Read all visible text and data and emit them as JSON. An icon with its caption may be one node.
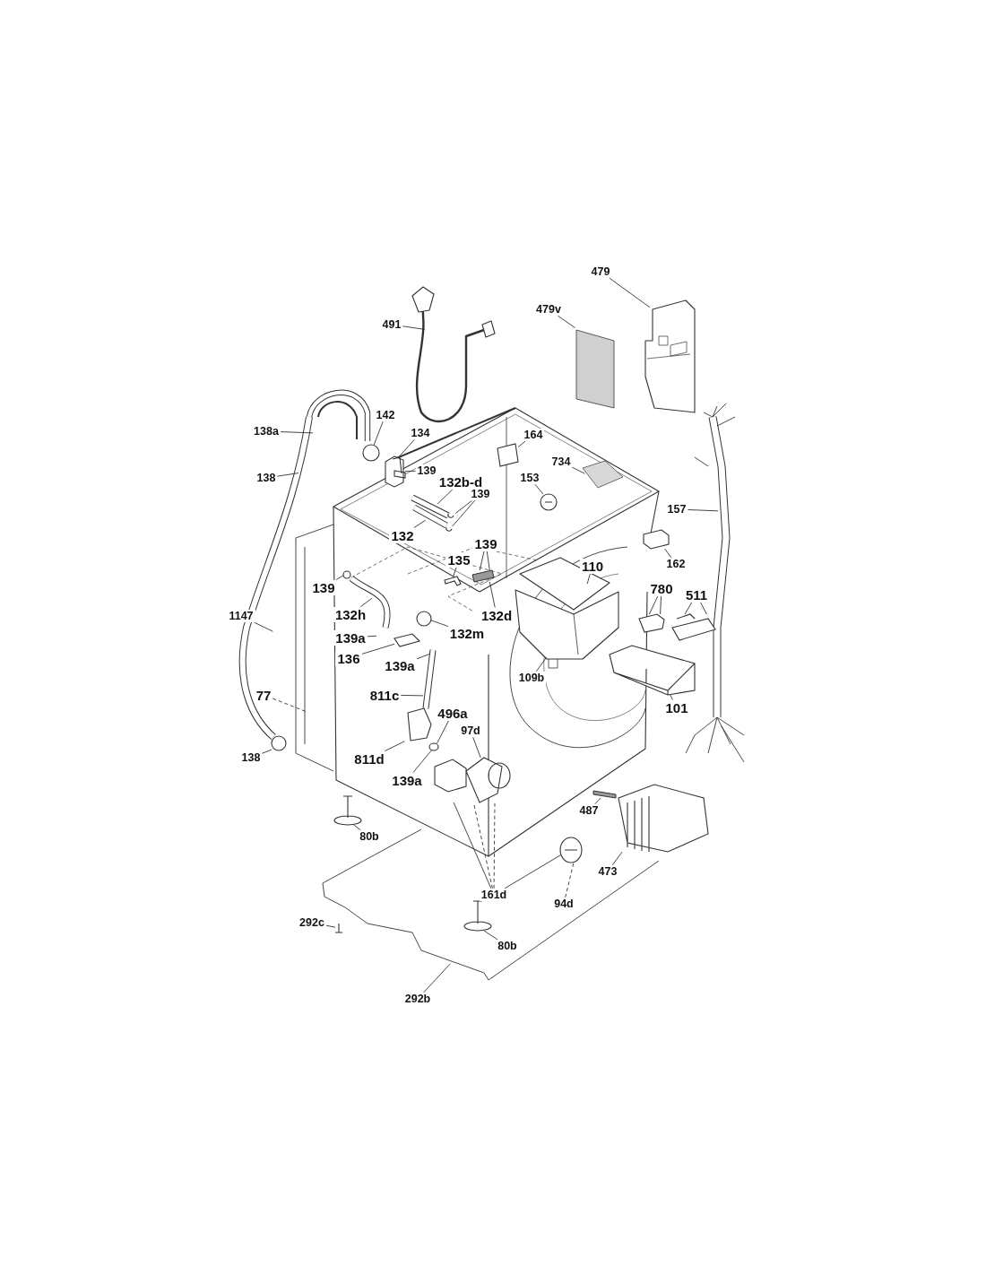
{
  "diagram": {
    "nodes": [
      {
        "text": [
          "479"
        ]
      },
      {
        "text": [
          "479v"
        ]
      },
      {
        "text": [
          "491"
        ]
      },
      {
        "text": [
          "142"
        ]
      },
      {
        "text": [
          "138a"
        ]
      },
      {
        "text": [
          "134"
        ]
      },
      {
        "text": [
          "164"
        ]
      },
      {
        "text": [
          "138"
        ]
      },
      {
        "text": [
          "139"
        ]
      },
      {
        "text": [
          "734"
        ]
      },
      {
        "text": [
          "132b-d"
        ]
      },
      {
        "text": [
          "153"
        ]
      },
      {
        "text": [
          "139"
        ]
      },
      {
        "text": [
          "157"
        ]
      },
      {
        "text": [
          "132"
        ]
      },
      {
        "text": [
          "139"
        ]
      },
      {
        "text": [
          "135"
        ]
      },
      {
        "text": [
          "110"
        ]
      },
      {
        "text": [
          "162"
        ]
      },
      {
        "text": [
          "139"
        ]
      },
      {
        "text": [
          "780"
        ]
      },
      {
        "text": [
          "511"
        ]
      },
      {
        "text": [
          "132d"
        ]
      },
      {
        "text": [
          "132h"
        ]
      },
      {
        "text": [
          "1147"
        ]
      },
      {
        "text": [
          "132m"
        ]
      },
      {
        "text": [
          "139a"
        ]
      },
      {
        "text": [
          "136"
        ]
      },
      {
        "text": [
          "139a"
        ]
      },
      {
        "text": [
          "109b"
        ]
      },
      {
        "text": [
          "811c"
        ]
      },
      {
        "text": [
          "101"
        ]
      },
      {
        "text": [
          "77"
        ]
      },
      {
        "text": [
          "496a"
        ]
      },
      {
        "text": [
          "97d"
        ]
      },
      {
        "text": [
          "138"
        ]
      },
      {
        "text": [
          "811d"
        ]
      },
      {
        "text": [
          "139a"
        ]
      },
      {
        "text": [
          "487"
        ]
      },
      {
        "text": [
          "80b"
        ]
      },
      {
        "text": [
          "473"
        ]
      },
      {
        "text": [
          "161d"
        ]
      },
      {
        "text": [
          "94d"
        ]
      },
      {
        "text": [
          "292c"
        ]
      },
      {
        "text": [
          "80b"
        ]
      },
      {
        "text": [
          "292b"
        ]
      },
      {
        "text": [],
        "shape": "picture"
      },
      {
        "text": [],
        "shape": "picture"
      },
      {
        "text": [],
        "shape": "picture"
      },
      {
        "text": [],
        "shape": "picture"
      },
      {
        "text": [],
        "shape": "picture"
      },
      {
        "text": [],
        "shape": "picture"
      },
      {
        "text": [],
        "shape": "picture"
      },
      {
        "text": [],
        "shape": "picture"
      },
      {
        "text": [],
        "shape": "picture"
      },
      {
        "text": [],
        "shape": "picture"
      },
      {
        "text": [],
        "shape": "picture"
      },
      {
        "text": [],
        "shape": "bar"
      },
      {
        "text": [],
        "shape": "picture"
      },
      {
        "text": [],
        "shape": "picture"
      },
      {
        "text": [],
        "shape": "picture"
      },
      {
        "text": [],
        "shape": "bar"
      },
      {
        "text": [],
        "shape": "picture"
      },
      {
        "text": [],
        "shape": "picture"
      },
      {
        "text": [],
        "shape": "picture"
      },
      {
        "text": [],
        "shape": "picture"
      },
      {
        "text": [],
        "shape": "picture"
      },
      {
        "text": [],
        "shape": "picture"
      }
    ],
    "edges": [
      {
        "from": 0,
        "to": null,
        "arrow": "none"
      },
      {
        "from": 1,
        "to": null,
        "arrow": "none"
      },
      {
        "from": 2,
        "to": null,
        "arrow": "none"
      },
      {
        "from": 3,
        "to": 46,
        "arrow": "none"
      },
      {
        "from": 4,
        "to": null,
        "arrow": "none"
      },
      {
        "from": 5,
        "to": 62,
        "arrow": "none"
      },
      {
        "from": 6,
        "to": 47,
        "arrow": "none"
      },
      {
        "from": 7,
        "to": null,
        "arrow": "none"
      },
      {
        "from": 8,
        "to": 62,
        "arrow": "none"
      },
      {
        "from": 9,
        "to": null,
        "arrow": "none"
      },
      {
        "from": 10,
        "to": null,
        "arrow": "none"
      },
      {
        "from": 11,
        "to": 48,
        "arrow": "none"
      },
      {
        "from": 12,
        "to": null,
        "arrow": "none"
      },
      {
        "from": 12,
        "to": null,
        "arrow": "none"
      },
      {
        "from": 13,
        "to": null,
        "arrow": "none"
      },
      {
        "from": 14,
        "to": null,
        "arrow": "none"
      },
      {
        "from": 15,
        "to": 61,
        "arrow": "none"
      },
      {
        "from": 15,
        "to": 61,
        "arrow": "none"
      },
      {
        "from": 16,
        "to": 49,
        "arrow": "none"
      },
      {
        "from": 17,
        "to": null,
        "arrow": "none"
      },
      {
        "from": 18,
        "to": 50,
        "arrow": "none"
      },
      {
        "from": 19,
        "to": 63,
        "arrow": "none"
      },
      {
        "from": 20,
        "to": 51,
        "arrow": "none"
      },
      {
        "from": 20,
        "to": 51,
        "arrow": "none"
      },
      {
        "from": 21,
        "to": 64,
        "arrow": "none"
      },
      {
        "from": 21,
        "to": 64,
        "arrow": "none"
      },
      {
        "from": 22,
        "to": 61,
        "arrow": "none"
      },
      {
        "from": 23,
        "to": null,
        "arrow": "none"
      },
      {
        "from": 24,
        "to": null,
        "arrow": "none"
      },
      {
        "from": 25,
        "to": 60,
        "arrow": "none"
      },
      {
        "from": 26,
        "to": null,
        "arrow": "none"
      },
      {
        "from": 27,
        "to": 52,
        "arrow": "none"
      },
      {
        "from": 28,
        "to": null,
        "arrow": "none"
      },
      {
        "from": 29,
        "to": null,
        "arrow": "none"
      },
      {
        "from": 30,
        "to": null,
        "arrow": "none"
      },
      {
        "from": 31,
        "to": 65,
        "arrow": "none"
      },
      {
        "from": 32,
        "to": null,
        "arrow": "none",
        "style": "dashed"
      },
      {
        "from": 33,
        "to": 67,
        "arrow": "none"
      },
      {
        "from": 34,
        "to": 66,
        "arrow": "none"
      },
      {
        "from": 35,
        "to": 53,
        "arrow": "none"
      },
      {
        "from": 36,
        "to": null,
        "arrow": "none"
      },
      {
        "from": 37,
        "to": 67,
        "arrow": "none"
      },
      {
        "from": 38,
        "to": 57,
        "arrow": "none"
      },
      {
        "from": 39,
        "to": 54,
        "arrow": "none"
      },
      {
        "from": 40,
        "to": 56,
        "arrow": "none"
      },
      {
        "from": 41,
        "to": 66,
        "arrow": "none"
      },
      {
        "from": 41,
        "to": 66,
        "arrow": "none",
        "style": "dashed"
      },
      {
        "from": 41,
        "to": 66,
        "arrow": "none",
        "style": "dashed"
      },
      {
        "from": 41,
        "to": 55,
        "arrow": "none"
      },
      {
        "from": 42,
        "to": 55,
        "arrow": "none",
        "style": "dashed"
      },
      {
        "from": 43,
        "to": 59,
        "arrow": "none"
      },
      {
        "from": 44,
        "to": 58,
        "arrow": "none"
      },
      {
        "from": 45,
        "to": null,
        "arrow": "none"
      }
    ]
  }
}
